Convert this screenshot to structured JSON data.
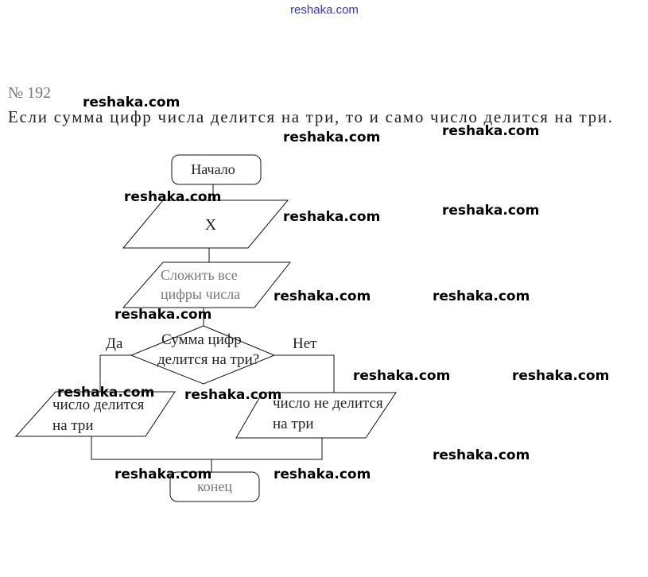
{
  "site_link": "reshaka.com",
  "problem": {
    "number": "№ 192",
    "statement": "Если сумма цифр числа делится на три, то и само число делится на три."
  },
  "flowchart": {
    "start": "Начало",
    "input": "X",
    "process": [
      "Сложить все",
      "цифры числа"
    ],
    "decision": [
      "Сумма цифр",
      "делится на три?"
    ],
    "yes_label": "Да",
    "no_label": "Нет",
    "yes_output": [
      "число делится",
      "на три"
    ],
    "no_output": [
      "число не делится",
      "на три"
    ],
    "end": "конец"
  },
  "watermarks": [
    "reshaka.com",
    "reshaka.com",
    "reshaka.com",
    "reshaka.com",
    "reshaka.com",
    "reshaka.com",
    "reshaka.com",
    "reshaka.com",
    "reshaka.com",
    "reshaka.com",
    "reshaka.com",
    "reshaka.com",
    "reshaka.com",
    "reshaka.com",
    "reshaka.com",
    "reshaka.com"
  ]
}
